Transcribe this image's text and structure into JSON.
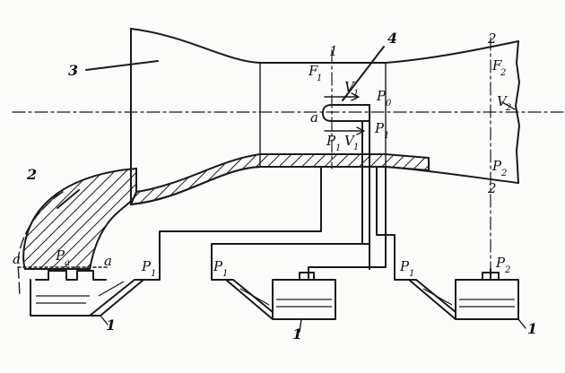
{
  "labels": {
    "part_1": "1",
    "part_2": "2",
    "part_3": "3",
    "part_4": "4",
    "section_1": "1",
    "section_2": "2",
    "section_a": "a",
    "F": "F",
    "V": "V",
    "P": "P",
    "sub_1": "1",
    "sub_2": "2",
    "sub_0": "0",
    "sub_a": "a",
    "point_a": "a"
  }
}
